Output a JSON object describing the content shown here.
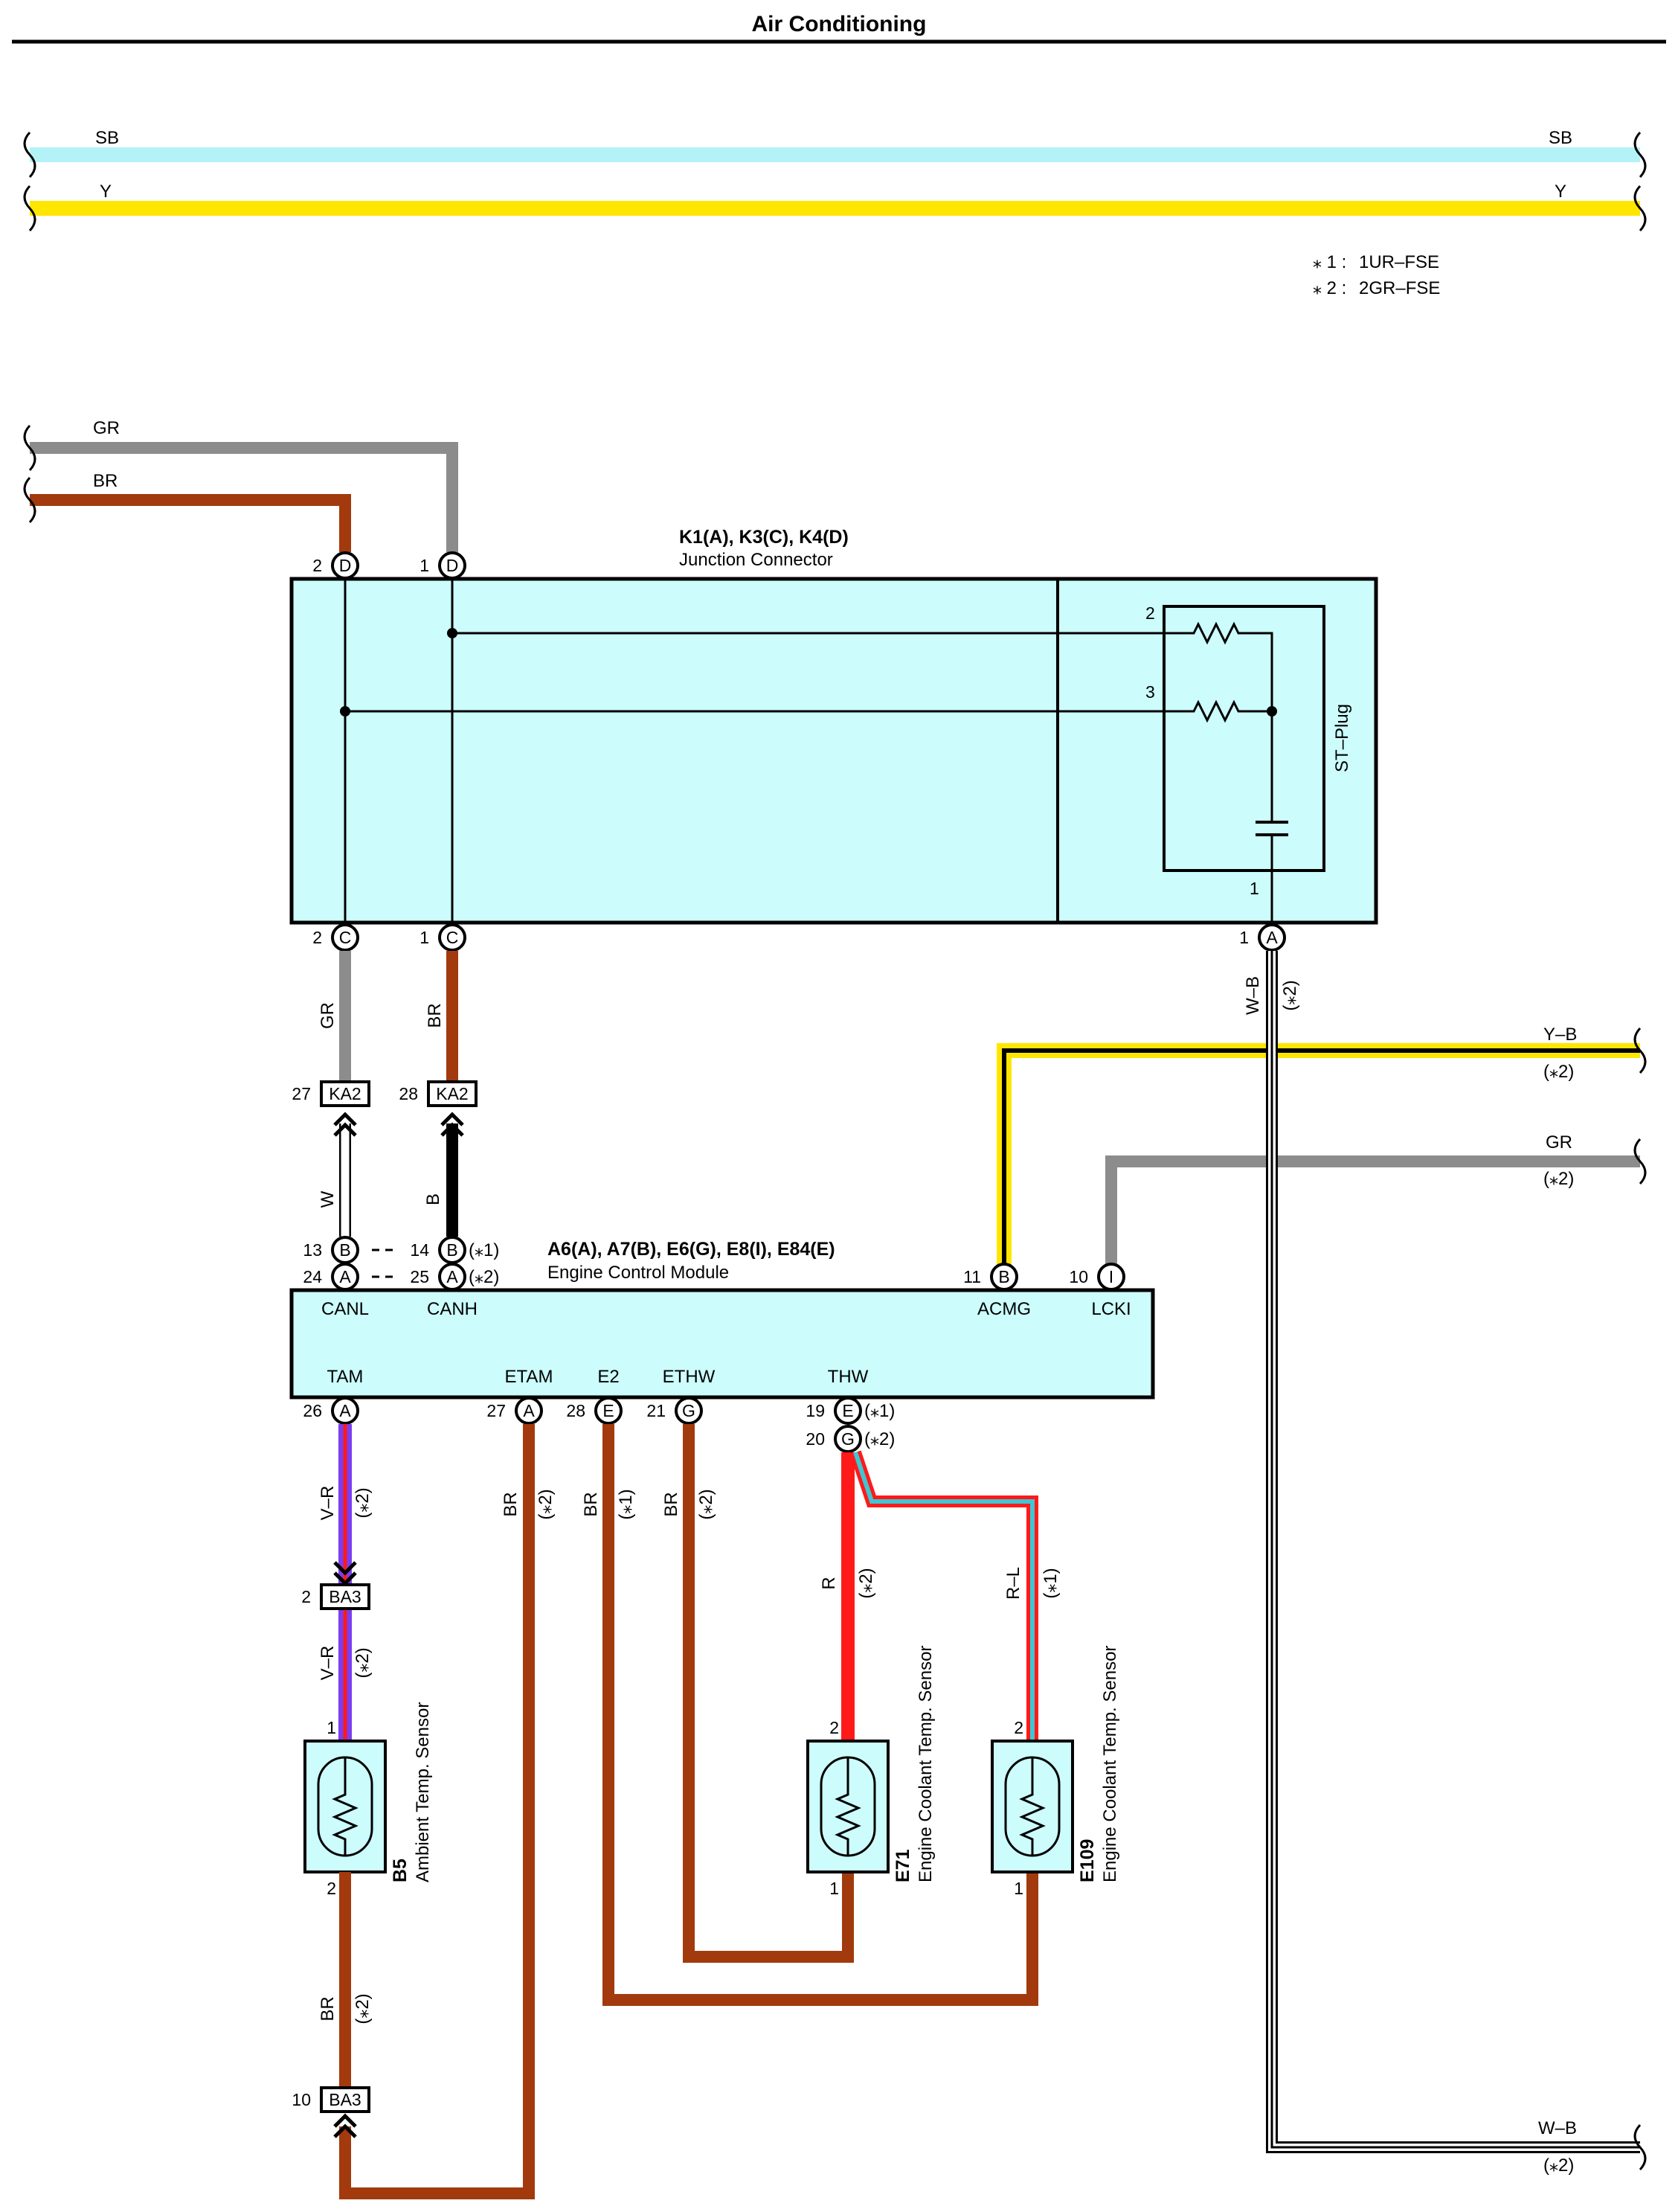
{
  "title": "Air Conditioning",
  "notes": [
    {
      "mark": "⁎ 1 :",
      "text": "1UR–FSE"
    },
    {
      "mark": "⁎ 2 :",
      "text": "2GR–FSE"
    }
  ],
  "bus_wires": [
    {
      "left": "SB",
      "right": "SB",
      "color": "#B3F3F8"
    },
    {
      "left": "Y",
      "right": "Y",
      "color": "#FFE600"
    }
  ],
  "colors": {
    "GR": "#8C8C8C",
    "BR": "#A23A0E",
    "B": "#000000",
    "W": "#ffffff",
    "Y": "#FFE600",
    "SB": "#B3F3F8",
    "R": "#FF1A1A",
    "L": "#3FC6D2",
    "V": "#7A3DF0",
    "box": "#CCFCFC"
  },
  "incoming": {
    "gr": "GR",
    "br": "BR"
  },
  "junction": {
    "name": "K1(A), K3(C), K4(D)",
    "desc": "Junction Connector",
    "stplug": "ST–Plug",
    "pins": {
      "d2": "2",
      "d1": "1",
      "dletter": "D",
      "c2": "2",
      "c1": "1",
      "cletter": "C",
      "a1": "1",
      "aletter": "A",
      "p2": "2",
      "p3": "3",
      "p1": "1"
    }
  },
  "ka2": {
    "name": "KA2",
    "left_pin": "27",
    "right_pin": "28",
    "wire_upper_left": "GR",
    "wire_upper_right": "BR",
    "wire_lower_left": "W",
    "wire_lower_right": "B"
  },
  "ecm": {
    "name": "A6(A), A7(B), E6(G), E8(I), E84(E)",
    "desc": "Engine Control Module",
    "terminals_top": [
      "CANL",
      "CANH",
      "ACMG",
      "LCKI"
    ],
    "terminals_bottom": [
      "TAM",
      "ETAM",
      "E2",
      "ETHW",
      "THW"
    ],
    "pins": {
      "canl1": "13",
      "canl1_l": "B",
      "canl2": "24",
      "canl2_l": "A",
      "canh1": "14",
      "canh1_l": "B",
      "canh1_n": "(⁎1)",
      "canh2": "25",
      "canh2_l": "A",
      "canh2_n": "(⁎2)",
      "acmg": "11",
      "acmg_l": "B",
      "lcki": "10",
      "lcki_l": "I",
      "tam": "26",
      "tam_l": "A",
      "etam": "27",
      "etam_l": "A",
      "e2": "28",
      "e2_l": "E",
      "ethw": "21",
      "ethw_l": "G",
      "thw1": "19",
      "thw1_l": "E",
      "thw1_n": "(⁎1)",
      "thw2": "20",
      "thw2_l": "G",
      "thw2_n": "(⁎2)"
    }
  },
  "right_wires": [
    {
      "code": "Y–B",
      "note": "(⁎2)"
    },
    {
      "code": "GR",
      "note": "(⁎2)"
    },
    {
      "code": "W–B",
      "note": "(⁎2)"
    }
  ],
  "wb_vertical": {
    "code": "W–B",
    "note": "(⁎2)"
  },
  "ba3": {
    "name": "BA3",
    "upper_pin": "2",
    "lower_pin": "10"
  },
  "wire_labels": {
    "vr": "V–R",
    "br": "BR",
    "r": "R",
    "rl": "R–L",
    "n1": "(⁎1)",
    "n2": "(⁎2)"
  },
  "sensors": [
    {
      "code": "B5",
      "name": "Ambient Temp.  Sensor",
      "pin_top": "1",
      "pin_bottom": "2"
    },
    {
      "code": "E71",
      "name": "Engine Coolant Temp.  Sensor",
      "pin_top": "2",
      "pin_bottom": "1"
    },
    {
      "code": "E109",
      "name": "Engine Coolant Temp.  Sensor",
      "pin_top": "2",
      "pin_bottom": "1"
    }
  ]
}
